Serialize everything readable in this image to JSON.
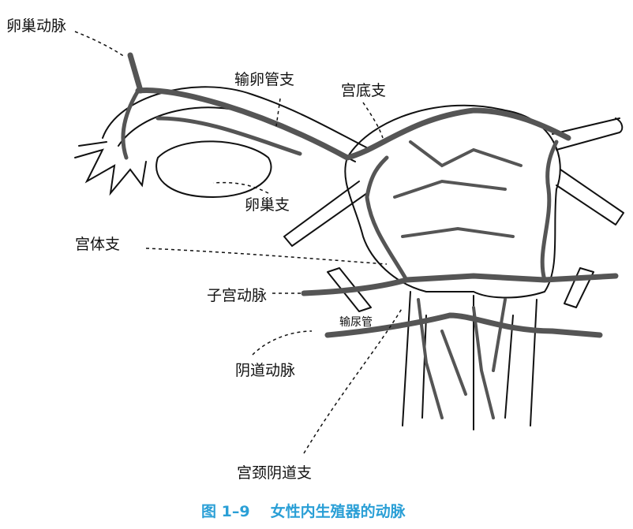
{
  "labels": {
    "ovarian_artery": "卵巢动脉",
    "tubal_branch": "输卵管支",
    "fundal_branch": "宫底支",
    "ovarian_branch": "卵巢支",
    "uterine_body_branch": "宫体支",
    "uterine_artery": "子宫动脉",
    "ureter": "输尿管",
    "vaginal_artery": "阴道动脉",
    "cervicovaginal_branch": "宫颈阴道支"
  },
  "caption": {
    "number": "图 1–9",
    "title": "女性内生殖器的动脉"
  },
  "colors": {
    "vessel": "#555555",
    "outline": "#111111",
    "caption": "#2a9fd6"
  }
}
